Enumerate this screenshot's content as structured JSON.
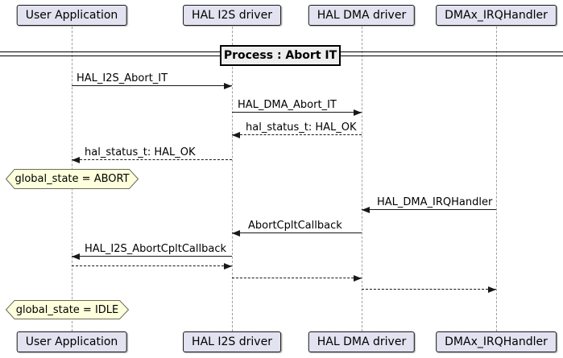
{
  "participants": [
    {
      "name": "User Application"
    },
    {
      "name": "HAL I2S driver"
    },
    {
      "name": "HAL DMA driver"
    },
    {
      "name": "DMAx_IRQHandler"
    }
  ],
  "divider": {
    "label": "Process : Abort IT"
  },
  "messages": [
    {
      "label": "HAL_I2S_Abort_IT",
      "from": "User Application",
      "to": "HAL I2S driver",
      "style": "solid"
    },
    {
      "label": "HAL_DMA_Abort_IT",
      "from": "HAL I2S driver",
      "to": "HAL DMA driver",
      "style": "solid"
    },
    {
      "label": "hal_status_t: HAL_OK",
      "from": "HAL DMA driver",
      "to": "HAL I2S driver",
      "style": "dashed"
    },
    {
      "label": "hal_status_t: HAL_OK",
      "from": "HAL I2S driver",
      "to": "User Application",
      "style": "dashed"
    },
    {
      "label": "HAL_DMA_IRQHandler",
      "from": "DMAx_IRQHandler",
      "to": "HAL DMA driver",
      "style": "solid"
    },
    {
      "label": "AbortCpltCallback",
      "from": "HAL DMA driver",
      "to": "HAL I2S driver",
      "style": "solid"
    },
    {
      "label": "HAL_I2S_AbortCpltCallback",
      "from": "HAL I2S driver",
      "to": "User Application",
      "style": "solid"
    },
    {
      "label": "",
      "from": "User Application",
      "to": "HAL I2S driver",
      "style": "dashed"
    },
    {
      "label": "",
      "from": "HAL I2S driver",
      "to": "HAL DMA driver",
      "style": "dashed"
    },
    {
      "label": "",
      "from": "HAL DMA driver",
      "to": "DMAx_IRQHandler",
      "style": "dashed"
    }
  ],
  "notes": [
    {
      "text": "global_state = ABORT"
    },
    {
      "text": "global_state = IDLE"
    }
  ],
  "colors": {
    "participant_fill": "#E2E2F0",
    "participant_border": "#181818",
    "lifeline": "#A0A0A0",
    "arrow": "#181818",
    "divider_fill": "#EEEEEE",
    "note_fill": "#FEFFDD",
    "note_border": "#6B6B55"
  }
}
